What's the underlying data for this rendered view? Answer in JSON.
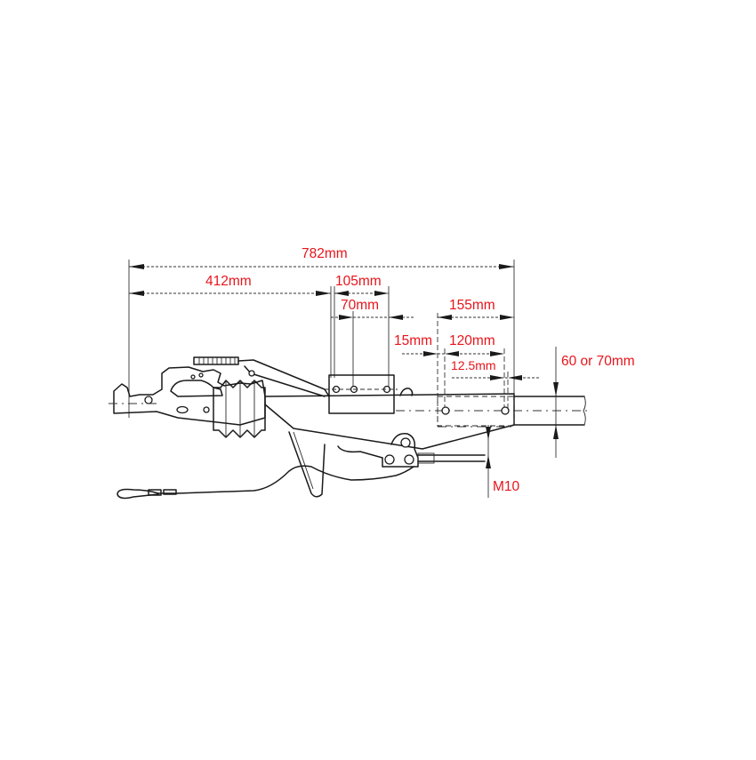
{
  "diagram": {
    "subject": "trailer coupling with overrun brake — side elevation",
    "colors": {
      "dimension_text": "#e8141b",
      "line_work": "#1a1a1a",
      "background": "#ffffff"
    },
    "dimensions": {
      "overall_length": "782mm",
      "coupling_to_bracket": "412mm",
      "bracket_width": "105mm",
      "bracket_hole_spacing": "70mm",
      "rear_hole_offset": "15mm",
      "rear_section_length": "155mm",
      "rear_hole_spacing": "120mm",
      "end_offset": "12.5mm",
      "drawbar_size": "60 or 70mm",
      "bolt_size": "M10"
    }
  }
}
